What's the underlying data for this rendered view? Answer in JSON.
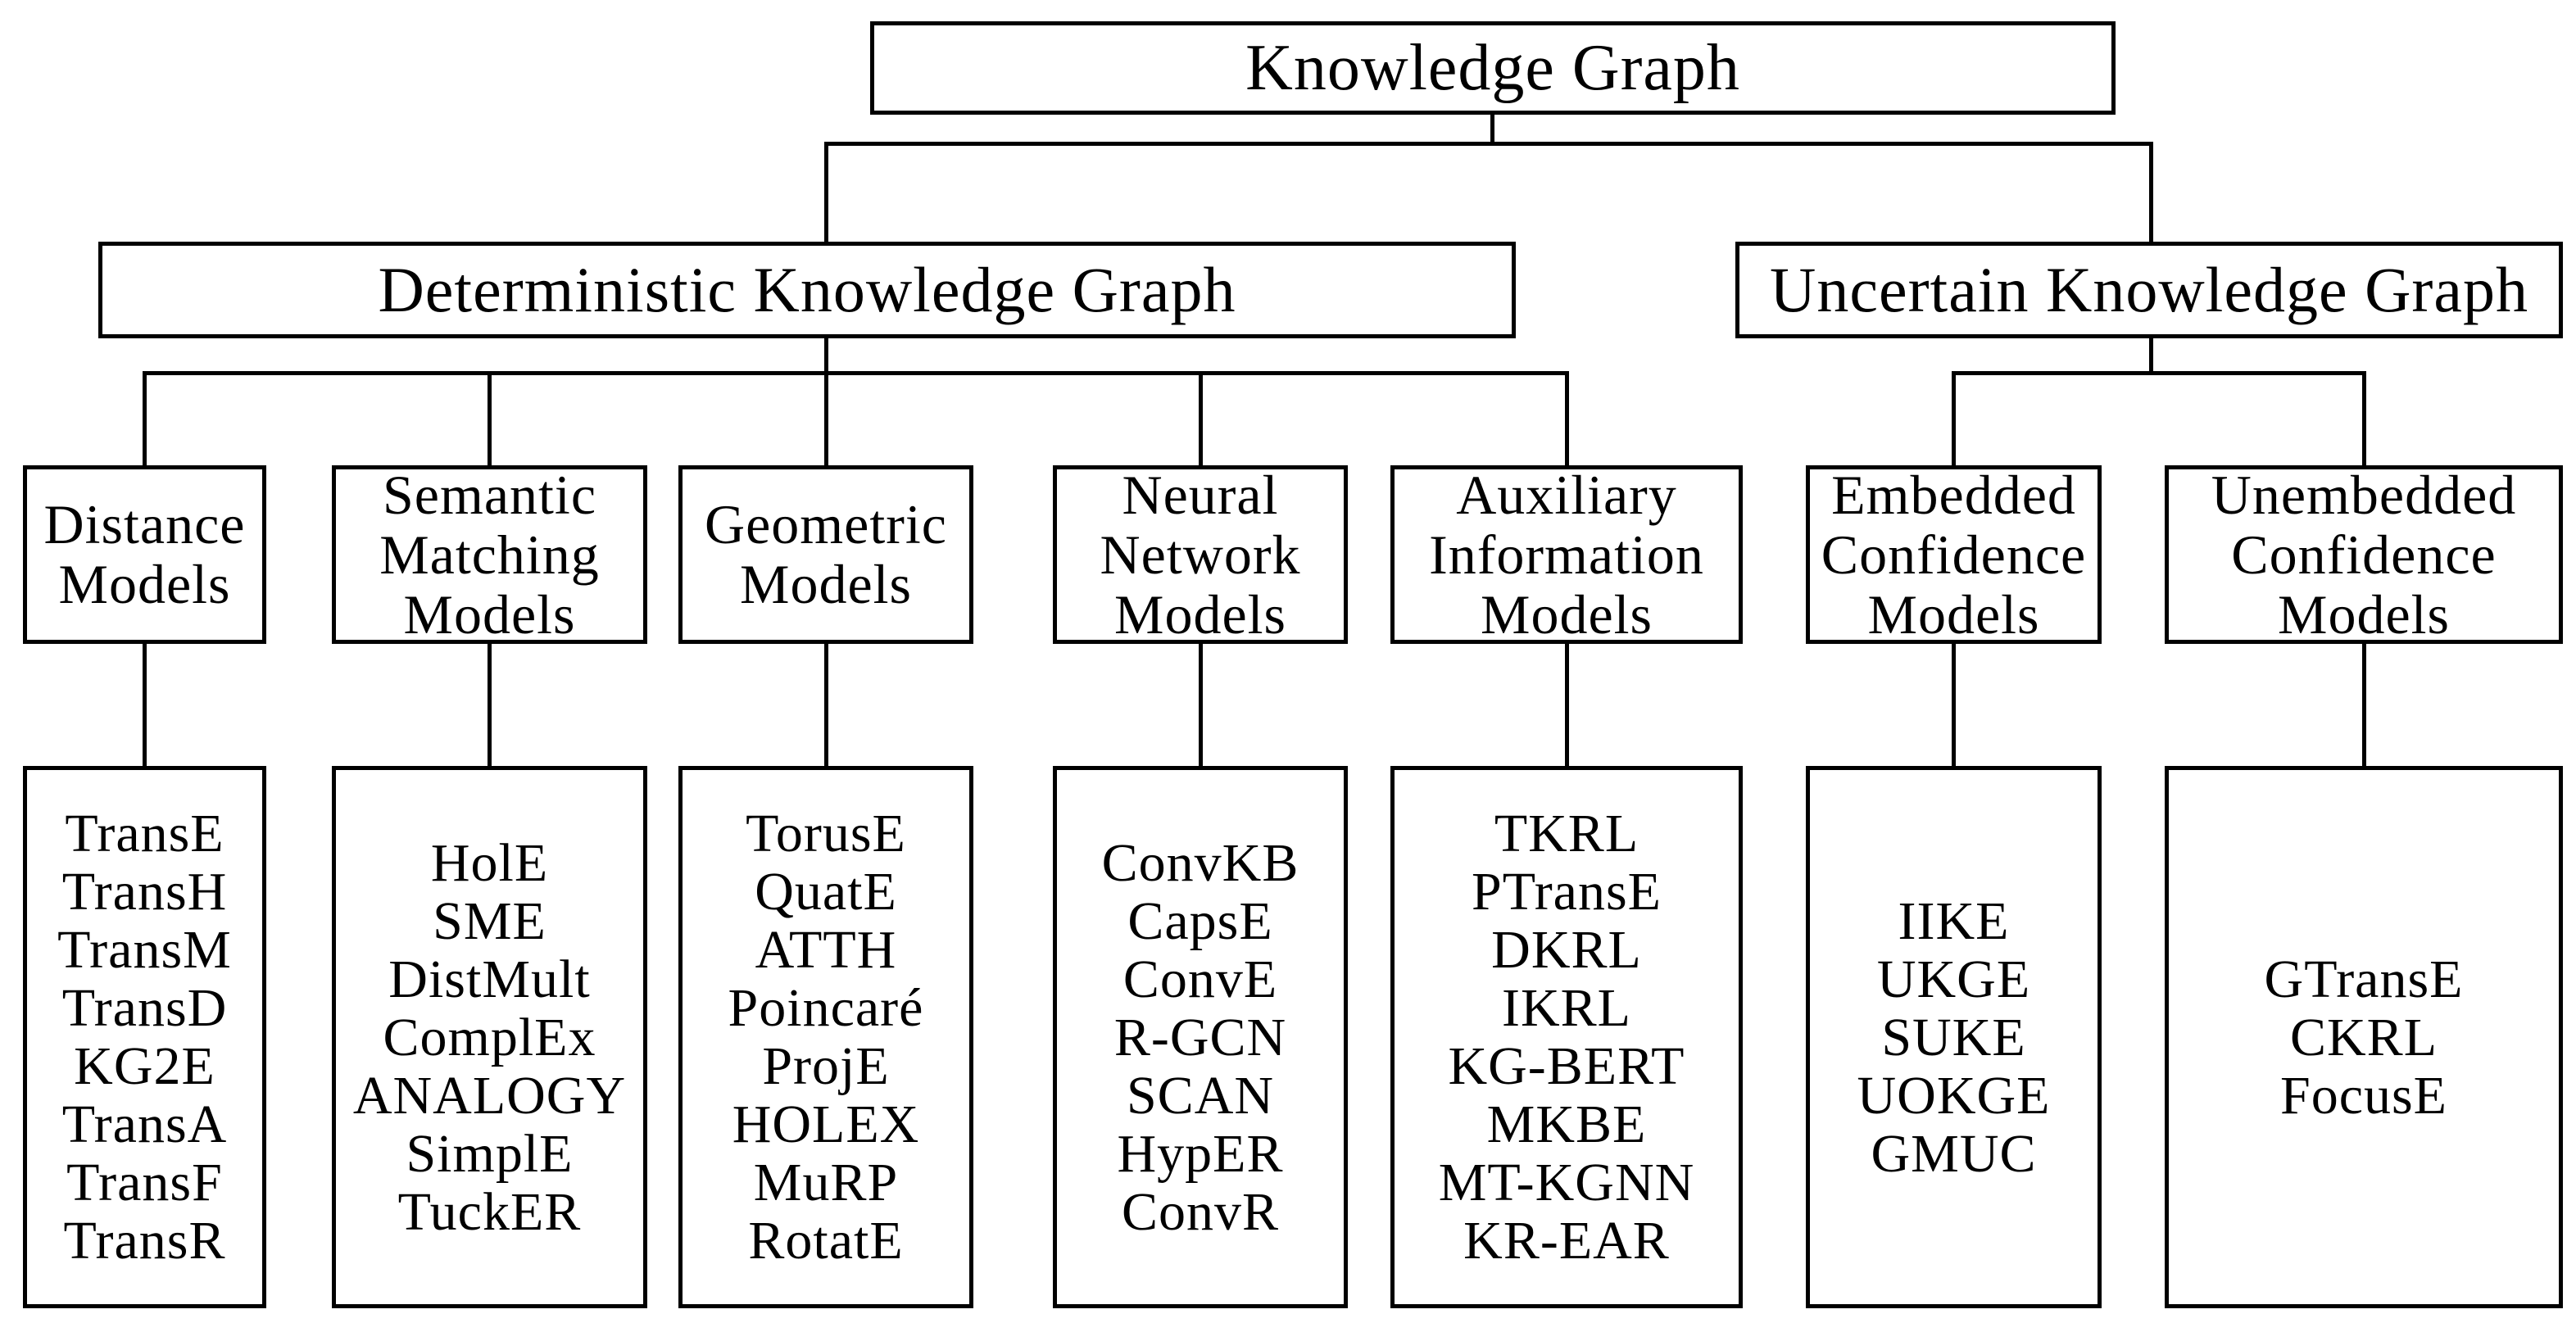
{
  "tree": {
    "root": {
      "label": "Knowledge Graph"
    },
    "branches": [
      {
        "label": "Deterministic Knowledge Graph",
        "categories": [
          {
            "label": "Distance\nModels",
            "models": [
              "TransE",
              "TransH",
              "TransM",
              "TransD",
              "KG2E",
              "TransA",
              "TransF",
              "TransR"
            ]
          },
          {
            "label": "Semantic\nMatching\nModels",
            "models": [
              "HolE",
              "SME",
              "DistMult",
              "ComplEx",
              "ANALOGY",
              "SimplE",
              "TuckER"
            ]
          },
          {
            "label": "Geometric\nModels",
            "models": [
              "TorusE",
              "QuatE",
              "ATTH",
              "Poincaré",
              "ProjE",
              "HOLEX",
              "MuRP",
              "RotatE"
            ]
          },
          {
            "label": "Neural\nNetwork\nModels",
            "models": [
              "ConvKB",
              "CapsE",
              "ConvE",
              "R-GCN",
              "SCAN",
              "HypER",
              "ConvR"
            ]
          },
          {
            "label": "Auxiliary\nInformation\nModels",
            "models": [
              "TKRL",
              "PTransE",
              "DKRL",
              "IKRL",
              "KG-BERT",
              "MKBE",
              "MT-KGNN",
              "KR-EAR"
            ]
          }
        ]
      },
      {
        "label": "Uncertain Knowledge Graph",
        "categories": [
          {
            "label": "Embedded\nConfidence\nModels",
            "models": [
              "IIKE",
              "UKGE",
              "SUKE",
              "UOKGE",
              "GMUC"
            ]
          },
          {
            "label": "Unembedded\nConfidence\nModels",
            "models": [
              "GTransE",
              "CKRL",
              "FocusE"
            ]
          }
        ]
      }
    ]
  },
  "colors": {
    "background": "#ffffff",
    "line": "#000000",
    "text": "#000000"
  }
}
